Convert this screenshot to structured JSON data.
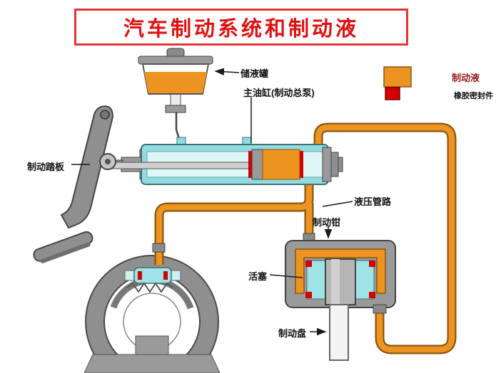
{
  "title": "汽车制动系统和制动液",
  "labels": {
    "reservoir": "储液罐",
    "master_cylinder": "主油缸(制动总泵)",
    "brake_pedal": "制动踏板",
    "hydraulic_line": "液压管路",
    "caliper": "制动钳",
    "piston": "活塞",
    "brake_disc": "制动盘"
  },
  "legend": {
    "fluid_label": "制动液",
    "seal_label": "橡胶密封件",
    "fluid_color": "#ED9420",
    "seal_color": "#D40000"
  },
  "colors": {
    "brake_fluid": "#ED9420",
    "rubber_seal": "#D40000",
    "cylinder_cyan": "#8FDDE2",
    "metal_gray": "#9A9A9A",
    "title_red": "#E01010"
  }
}
